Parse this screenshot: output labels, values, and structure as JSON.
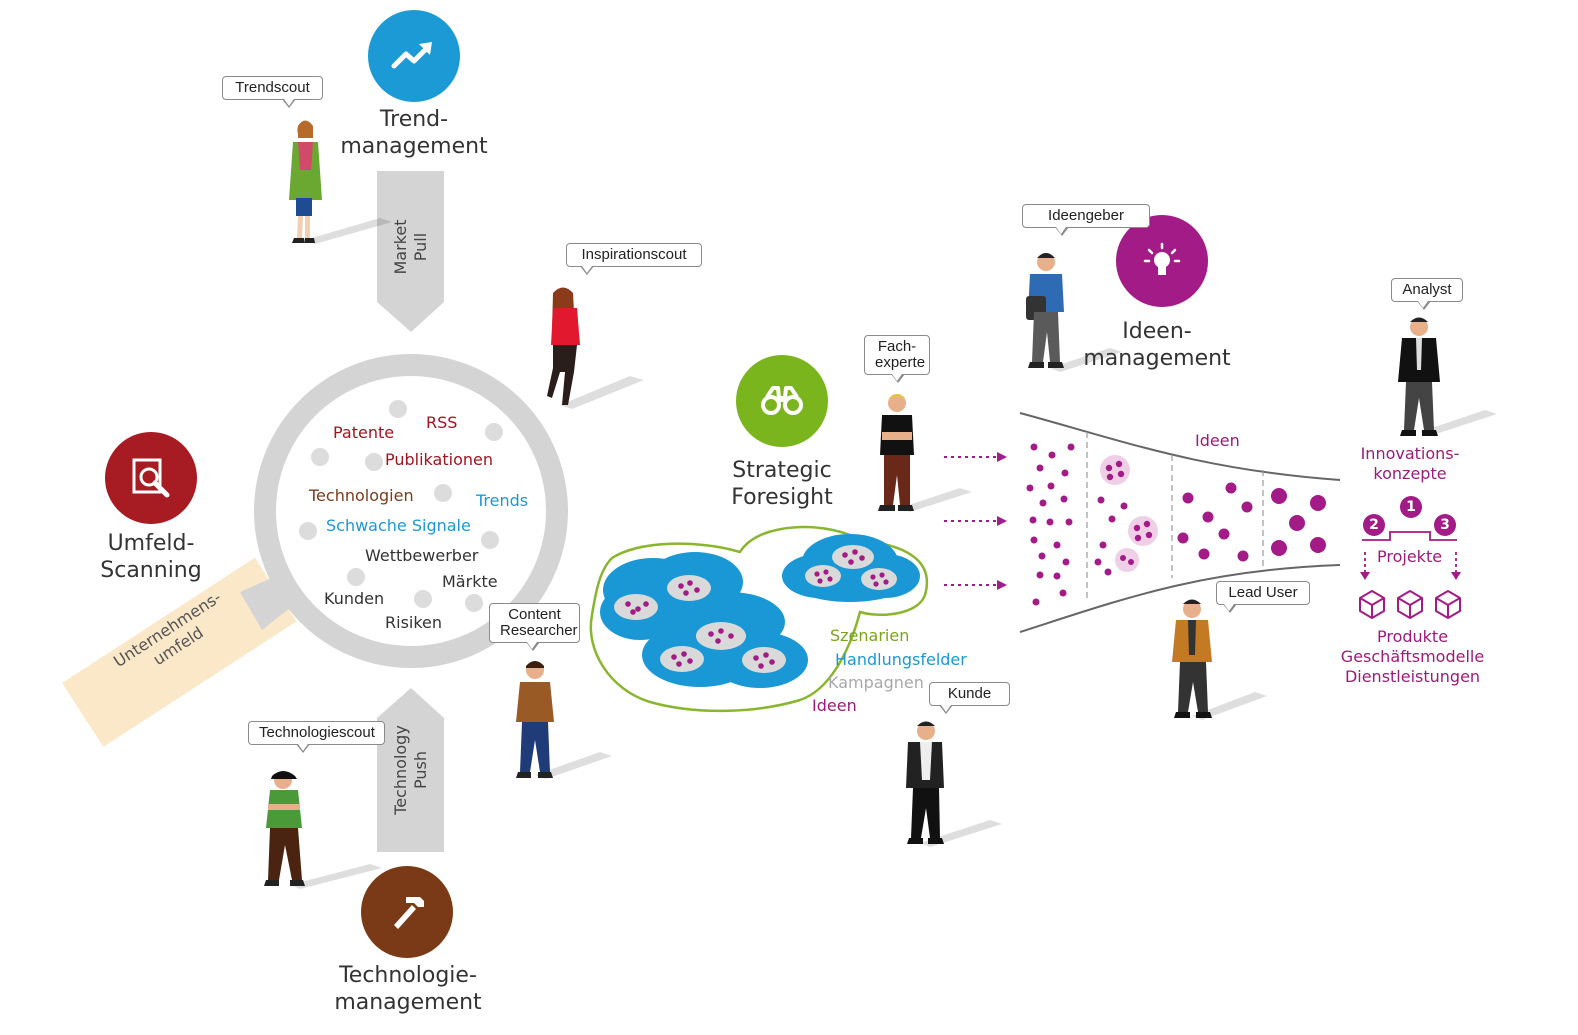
{
  "pillars": {
    "trend": {
      "label_line1": "Trend-",
      "label_line2": "management",
      "color": "#1c9ad6",
      "icon": "trending-up-icon"
    },
    "umfeld": {
      "label_line1": "Umfeld-",
      "label_line2": "Scanning",
      "color": "#a71b22",
      "icon": "magnifier-document-icon"
    },
    "technologie": {
      "label_line1": "Technologie-",
      "label_line2": "management",
      "color": "#7a3a17",
      "icon": "hammer-icon"
    },
    "foresight": {
      "label_line1": "Strategic",
      "label_line2": "Foresight",
      "color": "#7ab51d",
      "icon": "binoculars-icon"
    },
    "ideen": {
      "label_line1": "Ideen-",
      "label_line2": "management",
      "color": "#a21b86",
      "icon": "lightbulb-icon"
    }
  },
  "arrows": {
    "market_pull": {
      "line1": "Market",
      "line2": "Pull"
    },
    "technology_push": {
      "line1": "Technology",
      "line2": "Push"
    }
  },
  "magnifier": {
    "handle_label_line1": "Unternehmens-",
    "handle_label_line2": "umfeld",
    "words": {
      "patente": "Patente",
      "rss": "RSS",
      "publikationen": "Publikationen",
      "technologien": "Technologien",
      "trends": "Trends",
      "schwache_signale": "Schwache Signale",
      "wettbewerber": "Wettbewerber",
      "maerkte": "Märkte",
      "kunden": "Kunden",
      "risiken": "Risiken"
    }
  },
  "roles": {
    "trendscout": "Trendscout",
    "inspirationscout": "Inspirationscout",
    "technologiescout": "Technologiescout",
    "content_researcher_line1": "Content",
    "content_researcher_line2": "Researcher",
    "fachexperte_line1": "Fach-",
    "fachexperte_line2": "experte",
    "ideengeber": "Ideengeber",
    "analyst": "Analyst",
    "lead_user": "Lead User",
    "kunde": "Kunde"
  },
  "foresight_outputs": {
    "szenarien": "Szenarien",
    "handlungsfelder": "Handlungsfelder",
    "kampagnen": "Kampagnen",
    "ideen": "Ideen"
  },
  "funnel": {
    "ideen_label": "Ideen"
  },
  "results": {
    "innovationskonzepte_line1": "Innovations-",
    "innovationskonzepte_line2": "konzepte",
    "step1": "1",
    "step2": "2",
    "step3": "3",
    "projekte": "Projekte",
    "produkte": "Produkte",
    "geschaeftsmodelle": "Geschäftsmodelle",
    "dienstleistungen": "Dienstleistungen"
  }
}
